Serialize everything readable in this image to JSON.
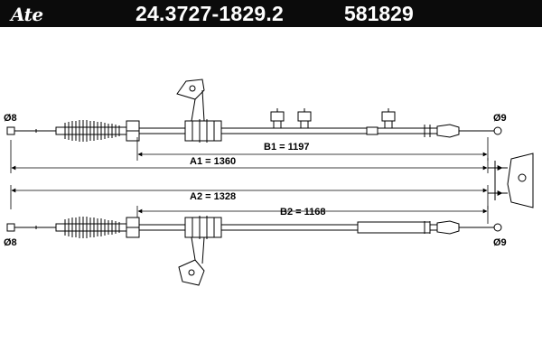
{
  "header": {
    "logo": "Ate",
    "part_number": "24.3727-1829.2",
    "ref_number": "581829"
  },
  "cable_top": {
    "left_diameter": "Ø8",
    "right_diameter": "Ø9",
    "dim_b": "B1 = 1197",
    "dim_a": "A1 = 1360"
  },
  "cable_bottom": {
    "left_diameter": "Ø8",
    "right_diameter": "Ø9",
    "dim_a": "A2 = 1328",
    "dim_b": "B2 = 1168"
  }
}
